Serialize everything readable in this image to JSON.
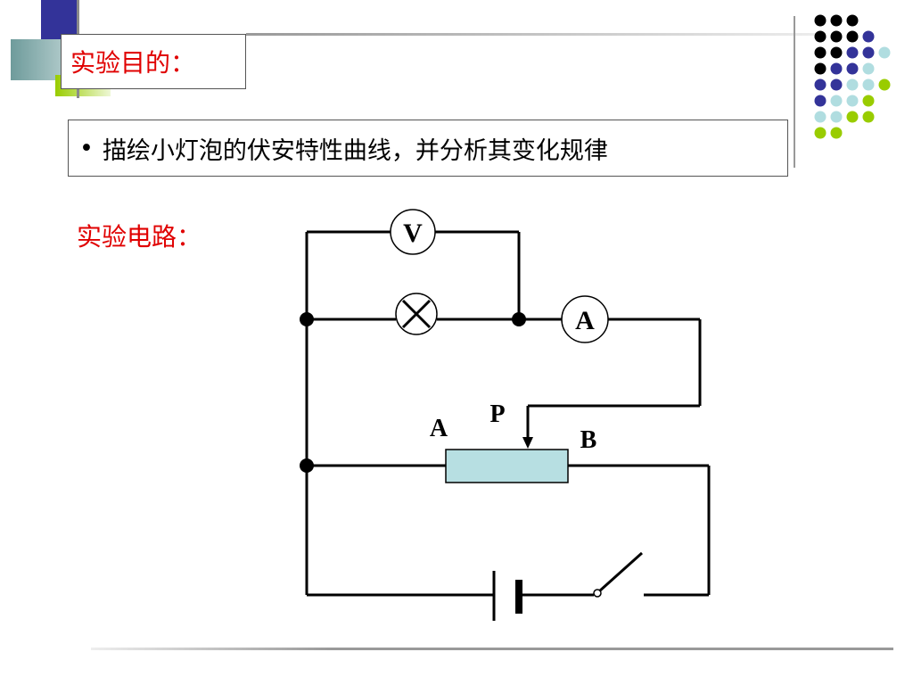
{
  "slide": {
    "title": "实验目的：",
    "objective_bullet": "•",
    "objective": "描绘小灯泡的伏安特性曲线，并分析其变化规律",
    "circuit_label": "实验电路："
  },
  "circuit": {
    "voltmeter_label": "V",
    "ammeter_label": "A",
    "lamp_icon": "lamp-cross-icon",
    "rheostat_end_a": "A",
    "rheostat_end_b": "B",
    "slider_label": "P"
  },
  "colors": {
    "heading_red": "#e00000",
    "deco_blue": "#333399",
    "deco_teal": "#6e9b9b",
    "deco_green": "#99cc00",
    "deco_lightblue": "#b0dde0",
    "rheostat_fill": "#b7dfe2"
  },
  "decoration": {
    "dot_grid": [
      [
        "#000000",
        "#000000",
        "#000000"
      ],
      [
        "#000000",
        "#000000",
        "#000000",
        "#333399"
      ],
      [
        "#000000",
        "#000000",
        "#333399",
        "#333399",
        "#b0dde0"
      ],
      [
        "#000000",
        "#333399",
        "#333399",
        "#b0dde0"
      ],
      [
        "#333399",
        "#333399",
        "#b0dde0",
        "#b0dde0",
        "#99cc00"
      ],
      [
        "#333399",
        "#b0dde0",
        "#b0dde0",
        "#99cc00"
      ],
      [
        "#b0dde0",
        "#b0dde0",
        "#99cc00",
        "#99cc00"
      ],
      [
        "#99cc00",
        "#99cc00"
      ]
    ]
  }
}
